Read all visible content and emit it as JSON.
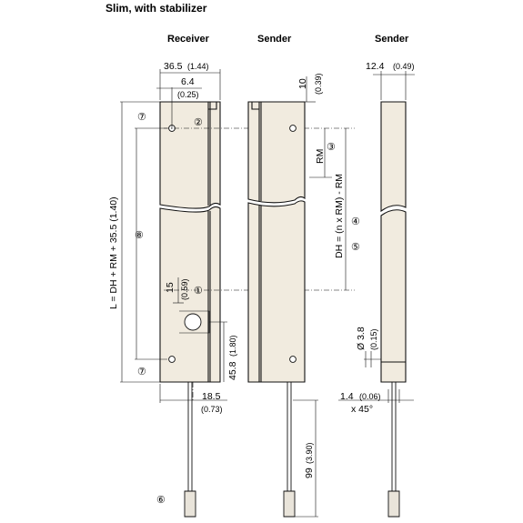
{
  "title": "Slim, with stabilizer",
  "views": {
    "receiver": "Receiver",
    "sender_front": "Sender",
    "sender_side": "Sender"
  },
  "dimensions": {
    "width_main": "36.5",
    "width_main_in": "(1.44)",
    "offset_hole": "6.4",
    "offset_hole_in": "(0.25)",
    "top_gap": "10",
    "top_gap_in": "(0.39)",
    "side_width": "12.4",
    "side_width_in": "(0.49)",
    "rm": "RM",
    "length_formula": "L = DH + RM + 35.5 (1.40)",
    "dh_formula": "DH = (n x RM) - RM",
    "lens_offset": "15",
    "lens_offset_in": "(0.59)",
    "bottom_hole": "45.8",
    "bottom_hole_in": "(1.80)",
    "cable_offset": "18.5",
    "cable_offset_in": "(0.73)",
    "cable_length": "99",
    "cable_length_in": "(3.90)",
    "hole_dia": "Ø 3.8",
    "hole_dia_in": "(0.15)",
    "chamfer": "1.4",
    "chamfer_in": "(0.06)",
    "chamfer_angle": "x 45°"
  },
  "callouts": {
    "c1": "①",
    "c2": "②",
    "c3": "③",
    "c4": "④",
    "c5": "⑤",
    "c6": "⑥",
    "c7_top": "⑦",
    "c7_bottom": "⑦",
    "c8": "⑧"
  }
}
